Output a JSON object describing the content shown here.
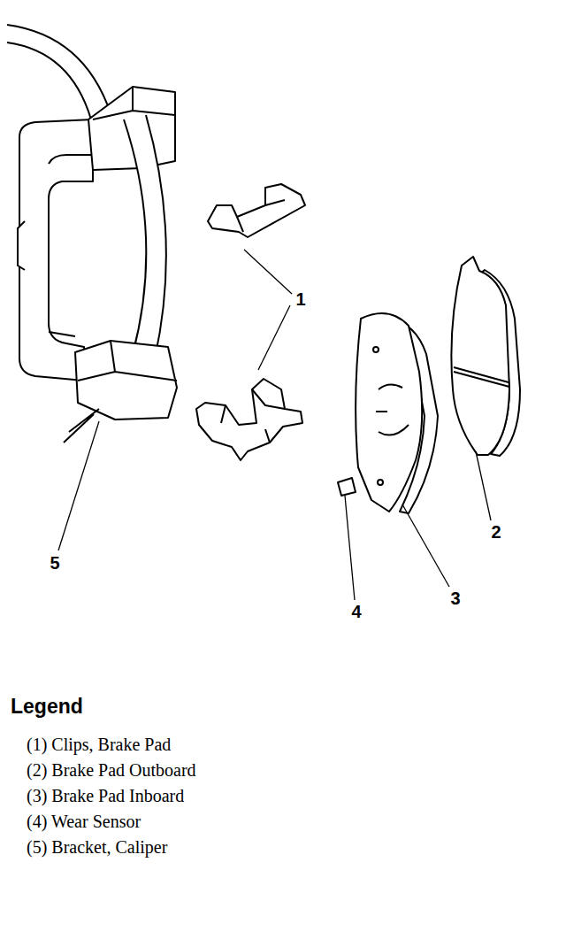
{
  "diagram": {
    "title": "Legend",
    "labels": [
      "1",
      "2",
      "3",
      "4",
      "5"
    ],
    "legend": [
      {
        "text": "(1) Clips, Brake Pad"
      },
      {
        "text": "(2) Brake Pad Outboard"
      },
      {
        "text": "(3) Brake Pad Inboard"
      },
      {
        "text": "(4) Wear Sensor"
      },
      {
        "text": "(5) Bracket, Caliper"
      }
    ]
  }
}
